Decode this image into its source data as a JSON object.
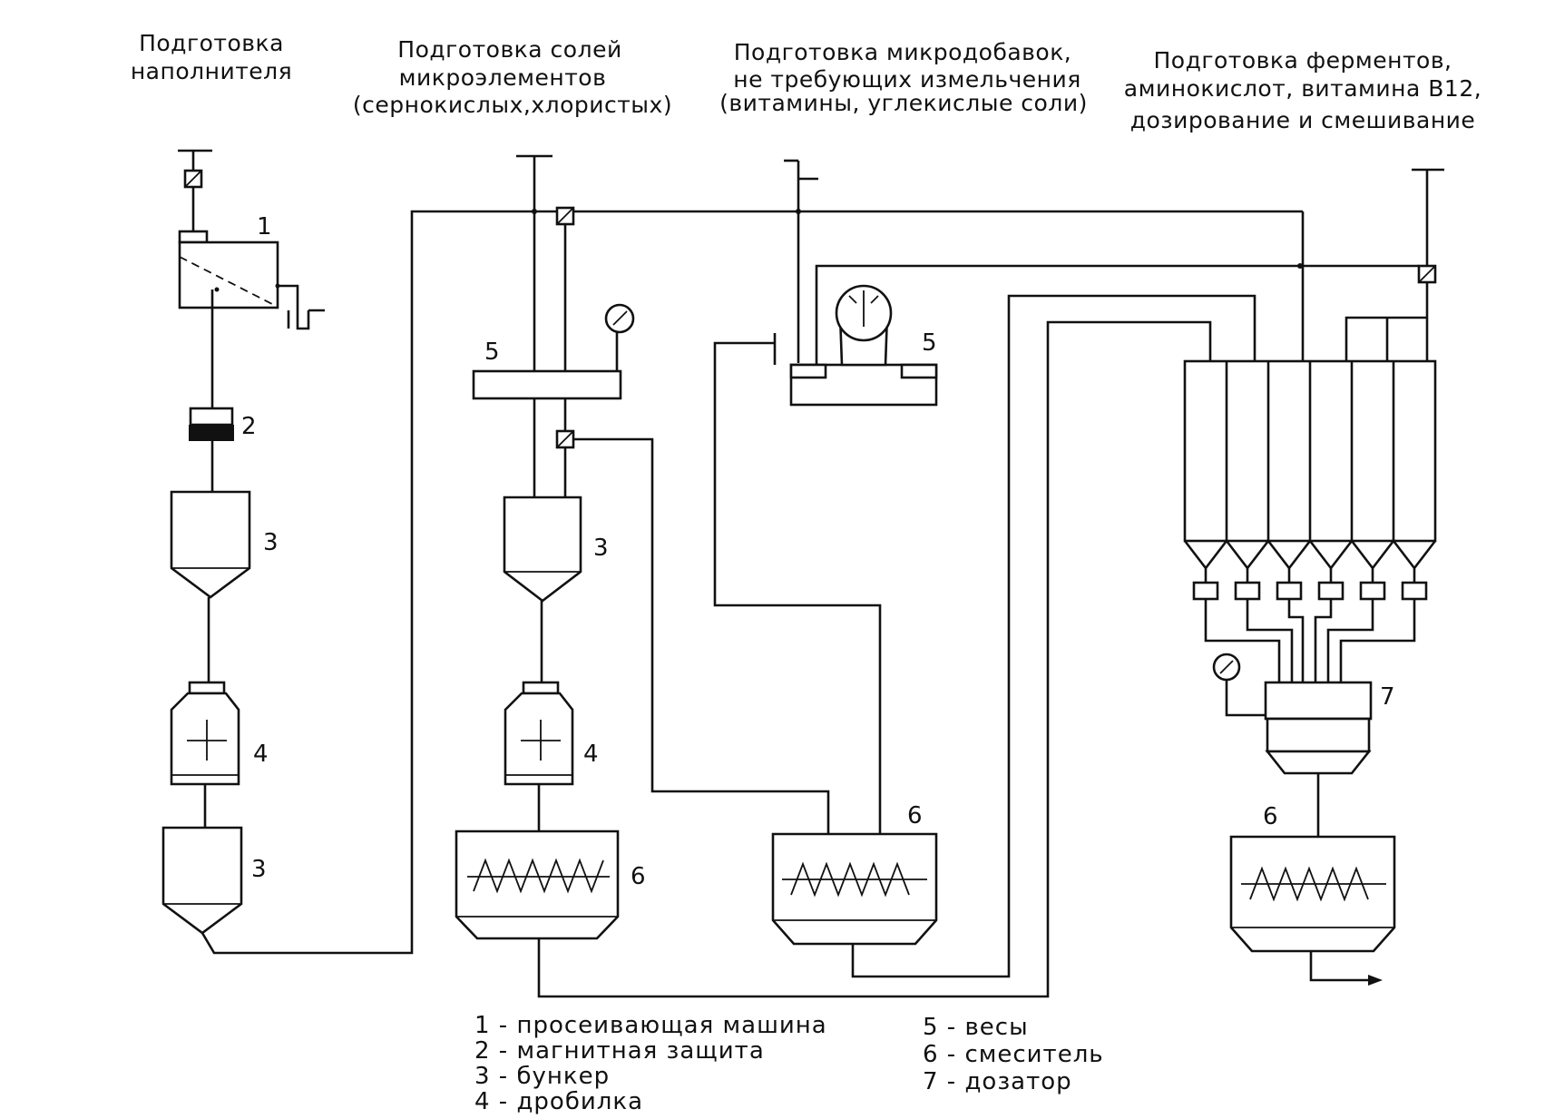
{
  "headers": {
    "filler": [
      "Подготовка",
      "наполнителя"
    ],
    "salts": [
      "Подготовка солей",
      "микроэлементов",
      "(сернокислых,хлористых)"
    ],
    "micro": [
      "Подготовка микродобавок,",
      "не требующих измельчения",
      "(витамины, углекислые соли)"
    ],
    "enzymes": [
      "Подготовка ферментов,",
      "аминокислот, витамина B12,",
      "дозирование и смешивание"
    ]
  },
  "labels": {
    "n1": "1",
    "n2": "2",
    "n3a": "3",
    "n3b": "3",
    "n3c": "3",
    "n4a": "4",
    "n4b": "4",
    "n5a": "5",
    "n5b": "5",
    "n6a": "6",
    "n6b": "6",
    "n6c": "6",
    "n7": "7"
  },
  "legend": {
    "left": [
      "1 - просеивающая машина",
      "2 - магнитная защита",
      "3 - бункер",
      "4 - дробилка"
    ],
    "right": [
      "5 - весы",
      "6 - смеситель",
      "7 - дозатор"
    ]
  }
}
